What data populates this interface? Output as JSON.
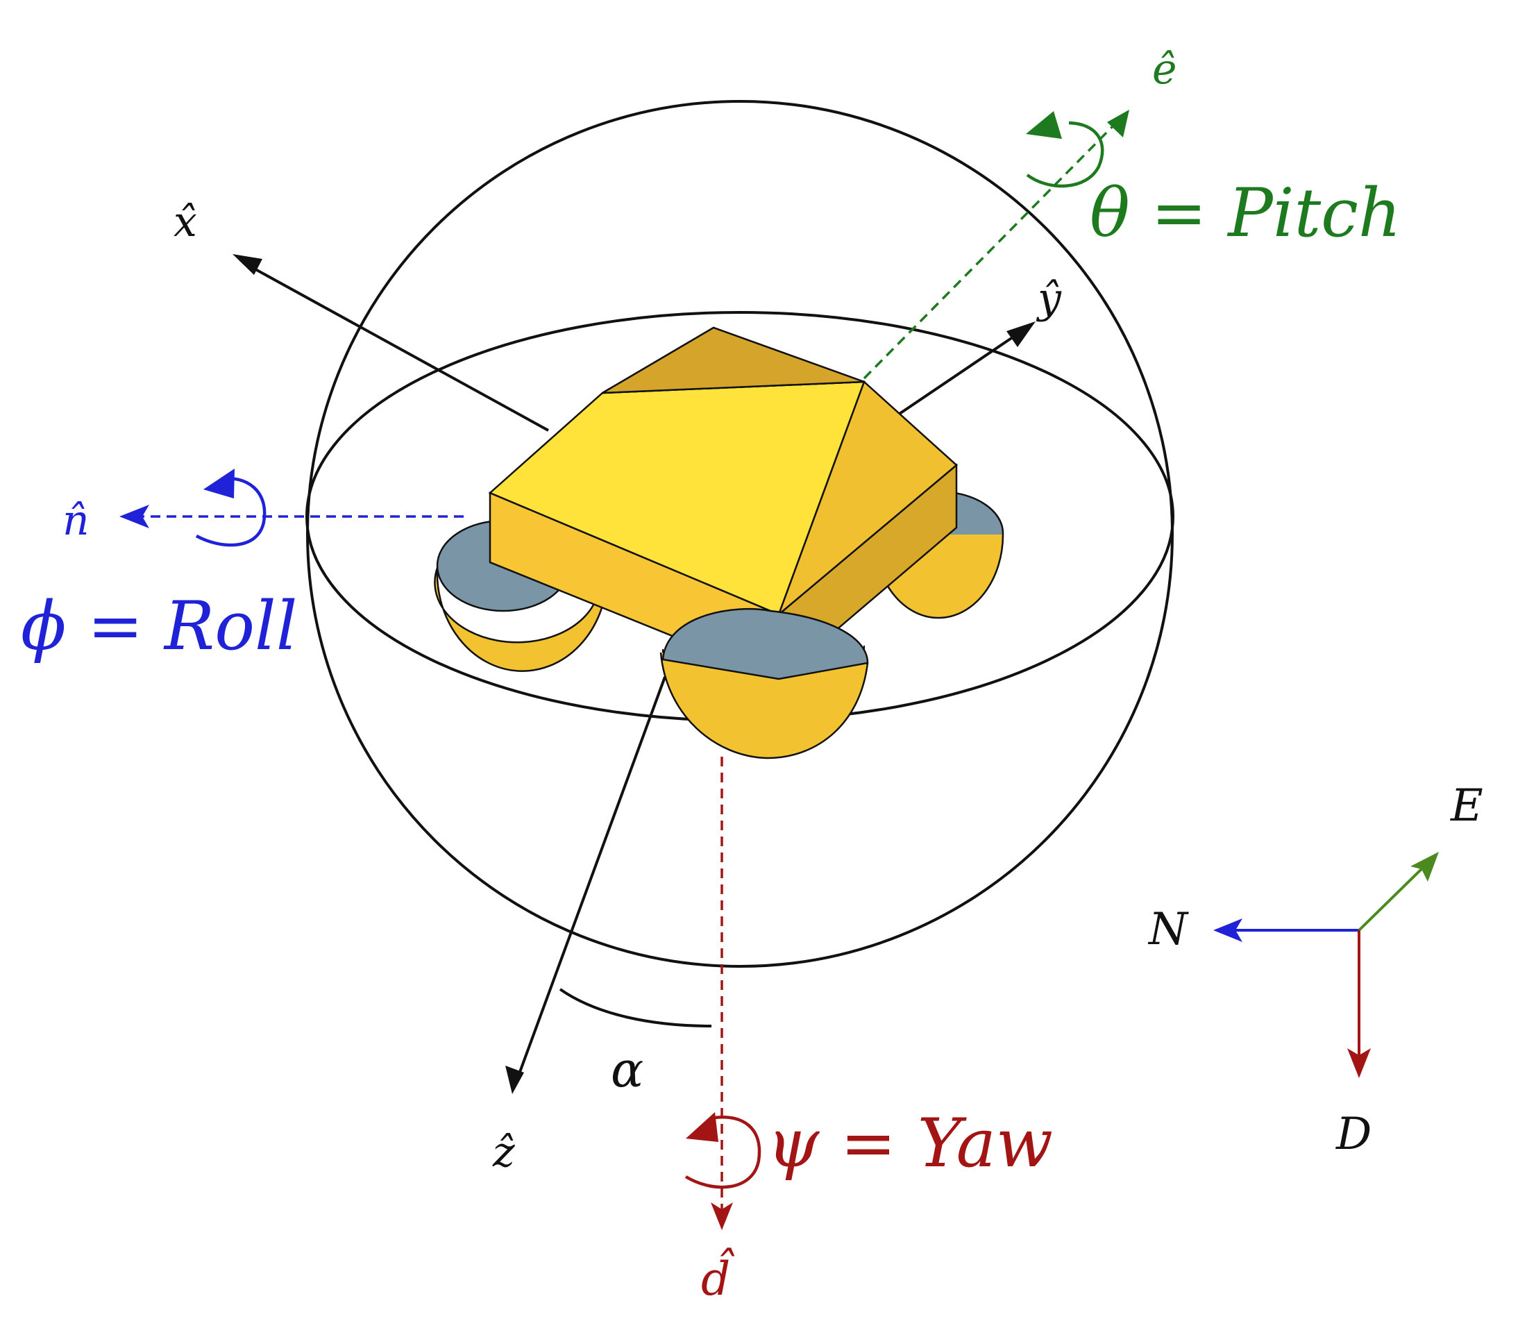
{
  "colors": {
    "black": "#111111",
    "roll": "#1f22d6",
    "pitch": "#1e7a1e",
    "yaw": "#a31515",
    "body_top": "#d4a52a",
    "body_front": "#ffe33a",
    "body_side": "#f0c030",
    "body_band": "#f8c535",
    "foot_disc": "#7a95a5",
    "foot_bowl": "#f2c230"
  },
  "labels": {
    "x_hat": "x̂",
    "y_hat": "ŷ",
    "z_hat": "ẑ",
    "n_hat": "n̂",
    "e_hat": "ê",
    "d_hat": "d̂",
    "alpha": "α",
    "roll": "ϕ = Roll",
    "pitch": "θ = Pitch",
    "yaw": "ψ = Yaw"
  },
  "compass": {
    "north": "N",
    "east": "E",
    "down": "D"
  }
}
